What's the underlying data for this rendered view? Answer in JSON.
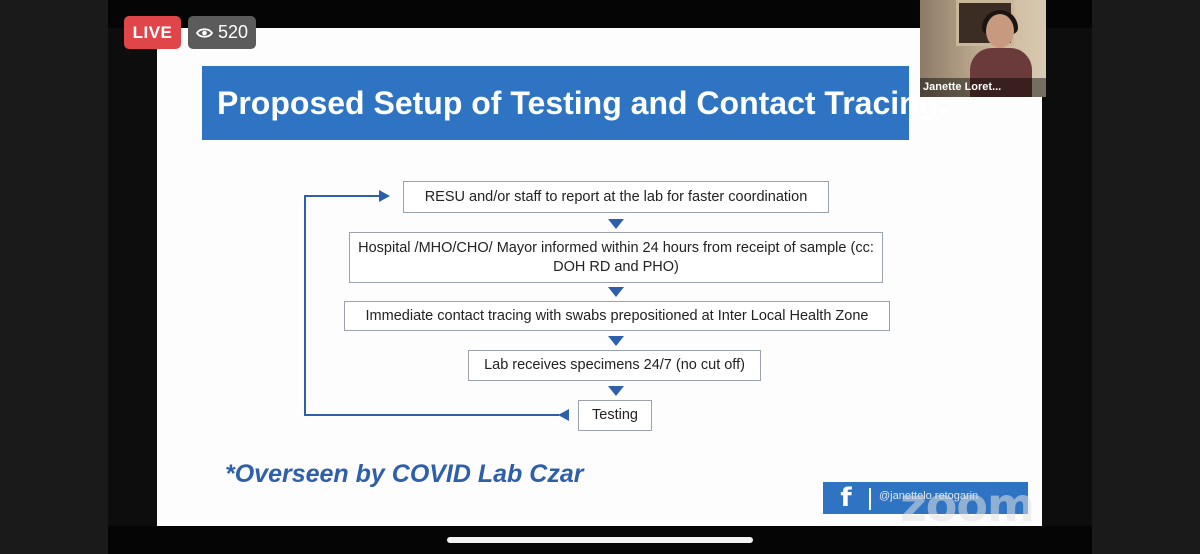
{
  "stream": {
    "live_label": "LIVE",
    "viewer_count": "520",
    "viewer_icon": "eye-icon"
  },
  "slide": {
    "title": "Proposed Setup of Testing and Contact Tracing:",
    "flow_steps": [
      "RESU and/or staff to report at the lab for faster coordination",
      "Hospital /MHO/CHO/ Mayor informed within 24 hours from receipt of sample (cc: DOH RD and PHO)",
      "Immediate contact tracing with swabs prepositioned at Inter Local Health Zone",
      "Lab receives specimens 24/7 (no cut off)",
      "Testing"
    ],
    "note": "*Overseen by COVID Lab Czar",
    "facebook_logo": "f",
    "facebook_handle": "@janettelo retogarin"
  },
  "video": {
    "speaker_name": "Janette Loret...",
    "watermark": "zoom"
  },
  "colors": {
    "accent_blue": "#2e74c2",
    "arrow_blue": "#2e5faa",
    "live_red": "#e0454a"
  }
}
